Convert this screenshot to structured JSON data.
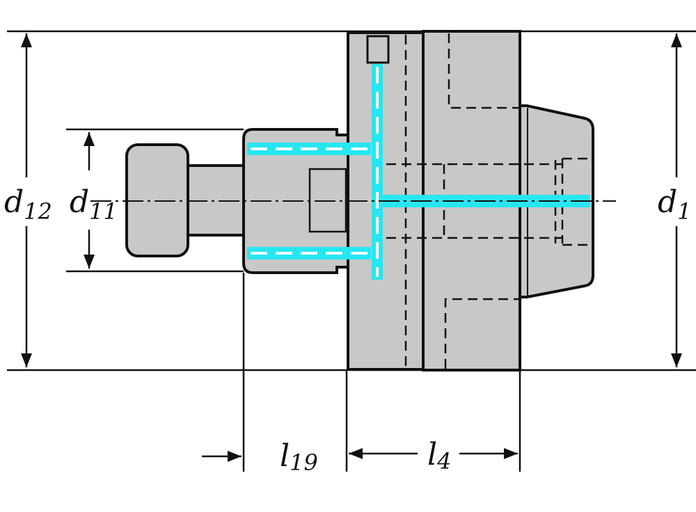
{
  "colors": {
    "body_fill": "#c8c8c8",
    "outline": "#111111",
    "coolant": "#27e6f0",
    "background": "#ffffff"
  },
  "labels": {
    "d12_main": "d",
    "d12_sub": "12",
    "d11_main": "d",
    "d11_sub": "11",
    "d1_main": "d",
    "d1_sub": "1",
    "l19_main": "l",
    "l19_sub": "19",
    "l4_main": "l",
    "l4_sub": "4"
  }
}
